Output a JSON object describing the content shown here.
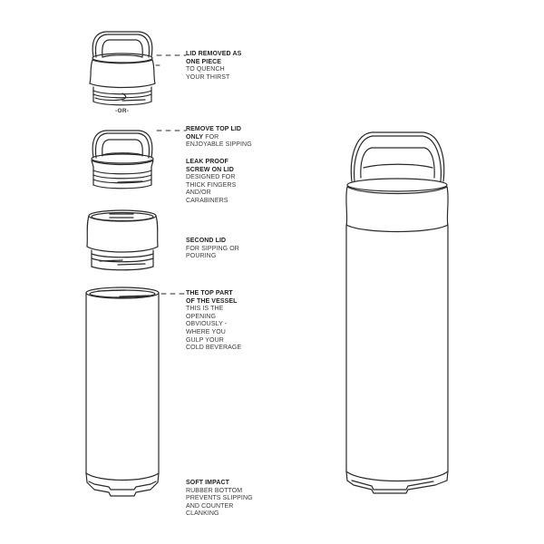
{
  "diagram": {
    "title": "Water bottle exploded view with component callouts",
    "separator": "-OR-",
    "callouts": [
      {
        "id": "lid-removed",
        "heading": "LID REMOVED AS ONE PIECE",
        "heading_line1": "LID REMOVED AS",
        "heading_line2": "ONE PIECE",
        "body": "TO QUENCH YOUR THIRST",
        "body_line1": "TO QUENCH",
        "body_line2": "YOUR THIRST"
      },
      {
        "id": "remove-top-lid",
        "heading_line1": "REMOVE TOP LID",
        "heading_line2": "ONLY",
        "body_inline": " FOR",
        "body_line1": "ENJOYABLE SIPPING"
      },
      {
        "id": "leak-proof",
        "heading_line1": "LEAK PROOF",
        "heading_line2": "SCREW ON LID",
        "body_line1": "DESIGNED FOR",
        "body_line2": "THICK FINGERS",
        "body_line3": "AND/OR",
        "body_line4": "CARABINERS"
      },
      {
        "id": "second-lid",
        "heading_line1": "SECOND LID",
        "body_line1": "FOR SIPPING OR",
        "body_line2": "POURING"
      },
      {
        "id": "top-part",
        "heading_line1": "THE TOP PART",
        "heading_line2": "OF THE VESSEL",
        "body_line1": "THIS IS THE",
        "body_line2": "OPENING",
        "body_line3": "OBVIOUSLY -",
        "body_line4": "WHERE YOU",
        "body_line5": "GULP YOUR",
        "body_line6": "COLD BEVERAGE"
      },
      {
        "id": "soft-impact",
        "heading_line1": "SOFT IMPACT",
        "body_line1": "RUBBER BOTTOM",
        "body_line2": "PREVENTS SLIPPING",
        "body_line3": "AND COUNTER",
        "body_line4": "CLANKING"
      }
    ],
    "components": [
      "lid-assembly",
      "top-lid",
      "second-lid",
      "vessel-body",
      "assembled-bottle"
    ],
    "colors": {
      "line": "#2a2a2a",
      "background": "#ffffff"
    }
  }
}
